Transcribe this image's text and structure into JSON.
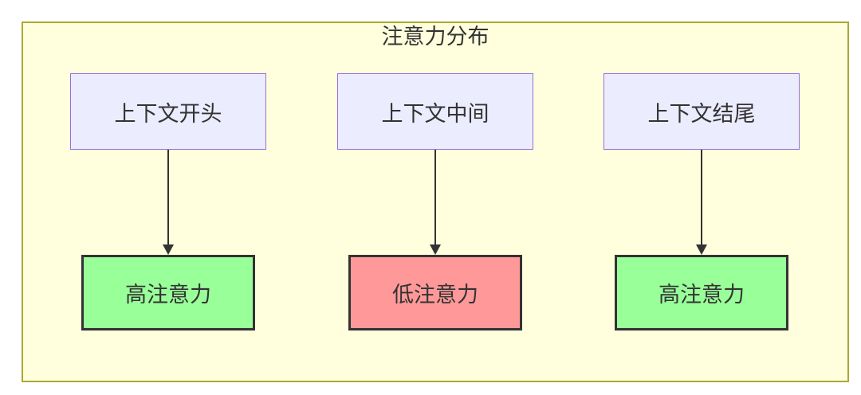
{
  "diagram": {
    "title": "注意力分布",
    "columns": [
      {
        "source": "上下文开头",
        "target": "高注意力",
        "level": "high"
      },
      {
        "source": "上下文中间",
        "target": "低注意力",
        "level": "low"
      },
      {
        "source": "上下文结尾",
        "target": "高注意力",
        "level": "high"
      }
    ],
    "icons": {
      "arrow_head": "arrow-down-head-icon"
    },
    "colors": {
      "canvas_bg": "#ffffff",
      "cluster_fill": "#FFFFDE",
      "cluster_border": "#AAAA33",
      "node_fill": "#ECECFF",
      "node_border": "#9370DB",
      "high_fill": "#99FF99",
      "low_fill": "#FF9999",
      "strong_border": "#333333",
      "edge_color": "#333333",
      "text_color": "#333333"
    }
  }
}
